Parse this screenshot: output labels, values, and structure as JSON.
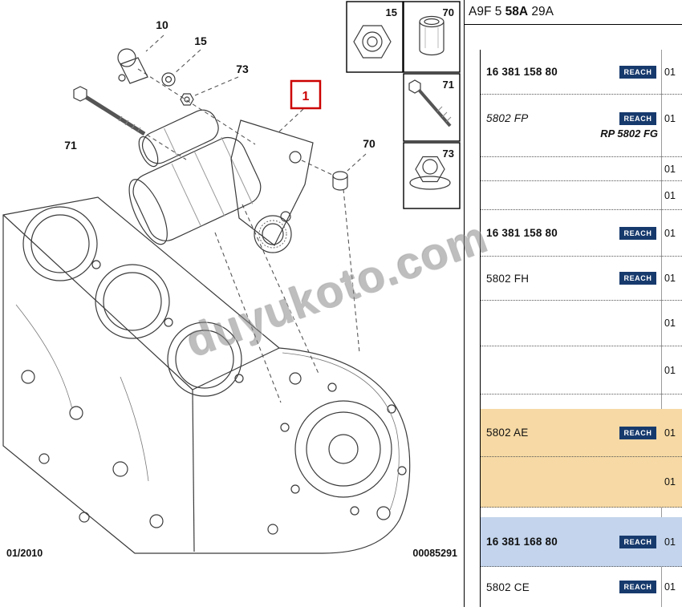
{
  "header": {
    "part1": "A9F 5 ",
    "part2": "58A",
    "part3": " 29A"
  },
  "diagram": {
    "callouts": {
      "c10": "10",
      "c15": "15",
      "c73": "73",
      "c71": "71",
      "c70": "70",
      "main": "1"
    },
    "thumbnails": [
      {
        "label": "15"
      },
      {
        "label": "70"
      },
      {
        "label": "71"
      },
      {
        "label": "73"
      }
    ],
    "watermark": "duyukoto.com",
    "footer_date": "01/2010",
    "footer_number": "00085291"
  },
  "table": {
    "reach_label": "REACH",
    "rows": [
      {
        "ref": "16 381 158 80",
        "bold": true,
        "reach": true,
        "qty": "01"
      },
      {
        "ref": "5802 FP",
        "italic": true,
        "reach": true,
        "qty": "01",
        "sub": "RP 5802 FG"
      },
      {
        "ref": "",
        "qty": "01"
      },
      {
        "ref": "",
        "qty": "01"
      },
      {
        "ref": "16 381 158 80",
        "bold": true,
        "reach": true,
        "qty": "01"
      },
      {
        "ref": "5802 FH",
        "reach": true,
        "qty": "01"
      },
      {
        "ref": "",
        "qty": "01"
      },
      {
        "ref": "",
        "qty": "01"
      },
      {
        "ref": "5802 AE",
        "reach": true,
        "qty": "01",
        "highlight": "orange"
      },
      {
        "ref": "",
        "qty": "01",
        "highlight": "orange"
      },
      {
        "ref": "16 381 168 80",
        "bold": true,
        "reach": true,
        "qty": "01",
        "highlight": "blue"
      },
      {
        "ref": "5802 CE",
        "reach": true,
        "qty": "01"
      }
    ],
    "colors": {
      "orange": "#f6d9a4",
      "blue": "#c3d4ec",
      "reach_bg": "#173a6d",
      "callout_red": "#cc0000"
    }
  }
}
